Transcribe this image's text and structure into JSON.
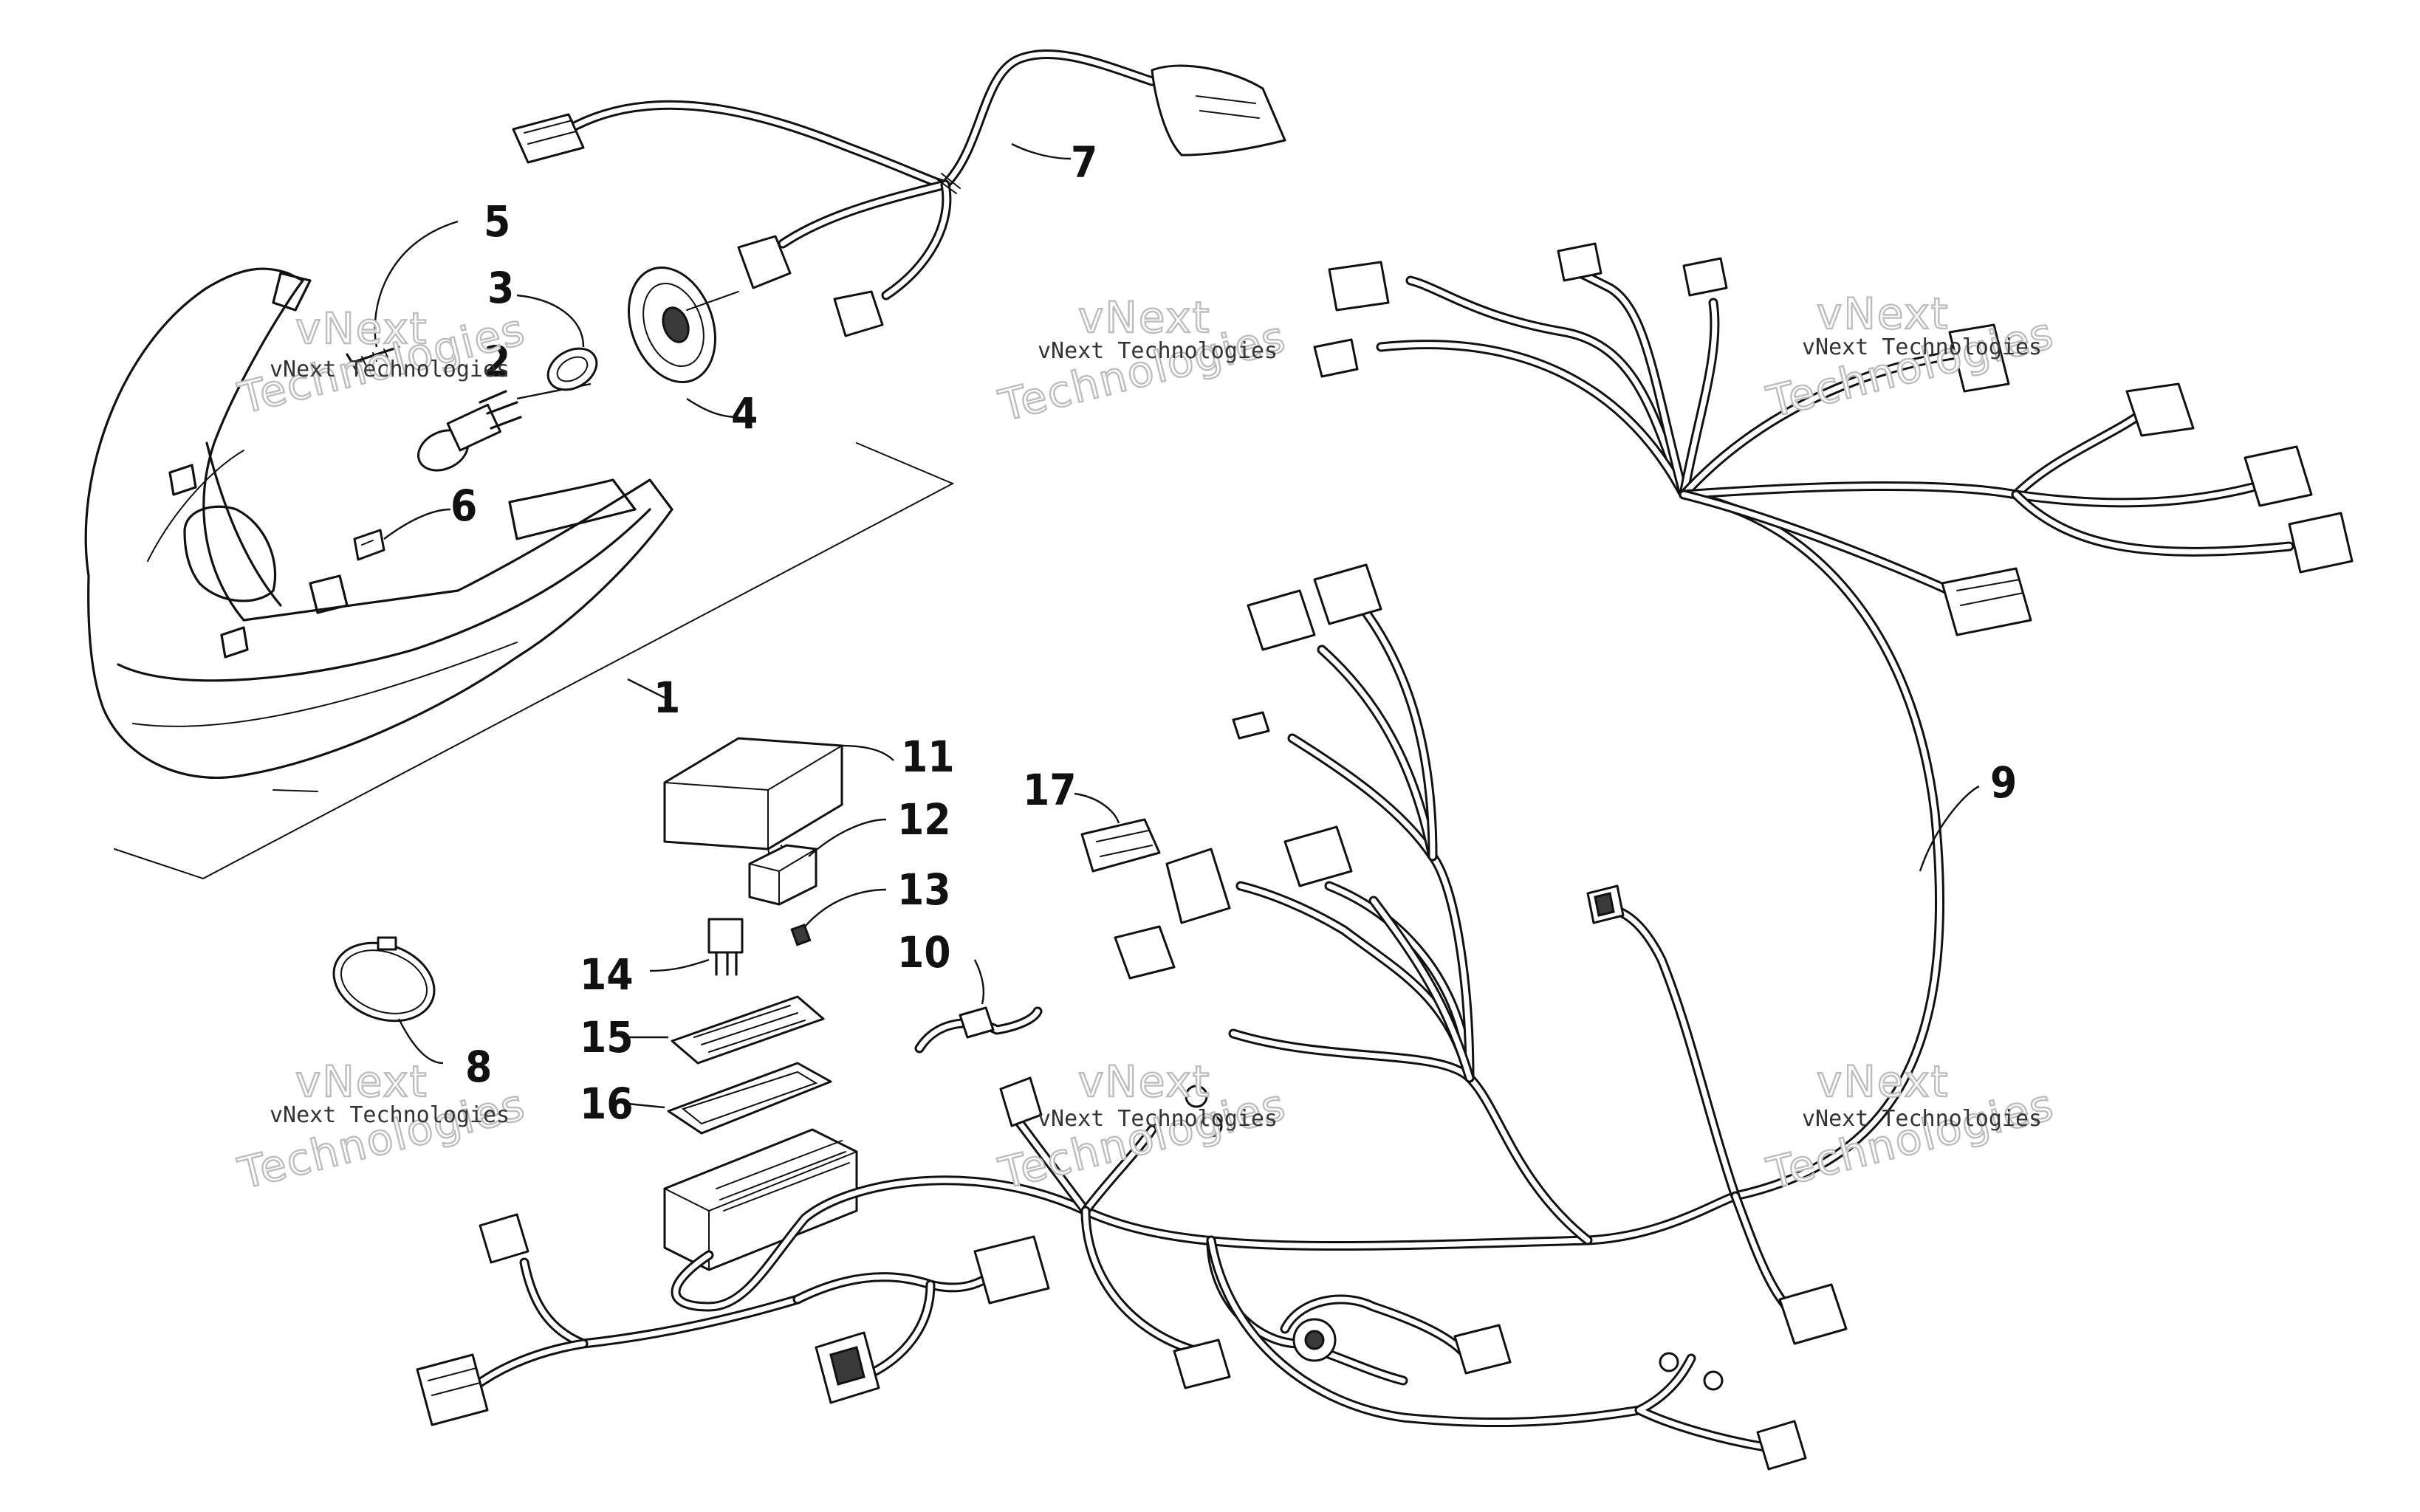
{
  "diagram": {
    "callouts": [
      "1",
      "2",
      "3",
      "4",
      "5",
      "6",
      "7",
      "8",
      "9",
      "10",
      "11",
      "12",
      "13",
      "14",
      "15",
      "16",
      "17"
    ],
    "watermark": {
      "small": "vNext Technologies",
      "large_top": "vNext",
      "large_bottom": "Technologies"
    }
  }
}
